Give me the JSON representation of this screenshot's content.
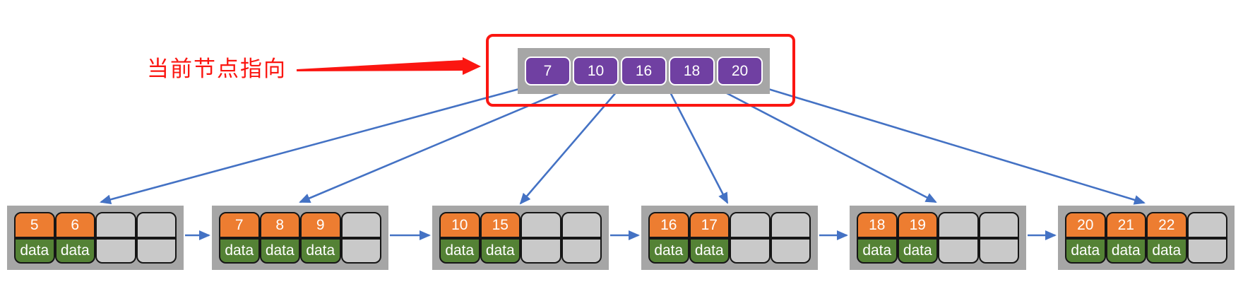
{
  "annotation": {
    "label": "当前节点指向"
  },
  "root_node": {
    "keys": [
      "7",
      "10",
      "16",
      "18",
      "20"
    ],
    "slots": 5
  },
  "leaf_nodes": [
    {
      "keys": [
        "5",
        "6"
      ],
      "slots": 4
    },
    {
      "keys": [
        "7",
        "8",
        "9"
      ],
      "slots": 4
    },
    {
      "keys": [
        "10",
        "15"
      ],
      "slots": 4
    },
    {
      "keys": [
        "16",
        "17"
      ],
      "slots": 4
    },
    {
      "keys": [
        "18",
        "19"
      ],
      "slots": 4
    },
    {
      "keys": [
        "20",
        "21",
        "22"
      ],
      "slots": 4
    }
  ],
  "data_cell_label": "data",
  "edges": {
    "tree": [
      {
        "from_root_boundary": 0,
        "to_leaf": 0
      },
      {
        "from_root_boundary": 1,
        "to_leaf": 1
      },
      {
        "from_root_boundary": 2,
        "to_leaf": 2
      },
      {
        "from_root_boundary": 3,
        "to_leaf": 3
      },
      {
        "from_root_boundary": 4,
        "to_leaf": 4
      },
      {
        "from_root_boundary": 5,
        "to_leaf": 5
      }
    ],
    "leaf_chain": [
      [
        0,
        1
      ],
      [
        1,
        2
      ],
      [
        2,
        3
      ],
      [
        3,
        4
      ],
      [
        4,
        5
      ]
    ]
  },
  "colors": {
    "root_key_fill": "#7040A2",
    "leaf_key_fill": "#ED7D31",
    "data_fill": "#548235",
    "empty_fill": "#C9C9C9",
    "node_frame": "#A6A6A6",
    "arrow": "#4472C4",
    "highlight": "#FB1611"
  }
}
